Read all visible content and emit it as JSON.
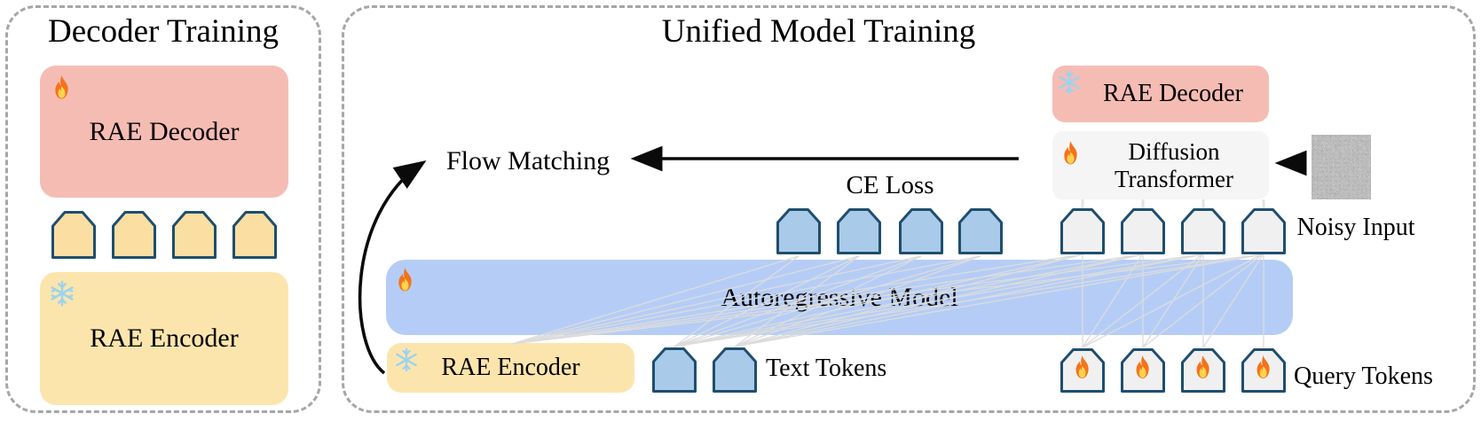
{
  "figure": {
    "left_panel": {
      "title": "Decoder Training",
      "rae_decoder_label": "RAE Decoder",
      "rae_encoder_label": "RAE Encoder",
      "latent_token_count": 4
    },
    "right_panel": {
      "title": "Unified Model Training",
      "flow_matching_label": "Flow Matching",
      "ce_loss_label": "CE Loss",
      "rae_decoder_label": "RAE Decoder",
      "diffusion_transformer_label": "Diffusion Transformer",
      "noisy_input_label": "Noisy Input",
      "autoregressive_model_label": "Autoregressive Model",
      "rae_encoder_label": "RAE Encoder",
      "text_tokens_label": "Text Tokens",
      "query_tokens_label": "Query Tokens",
      "ce_token_count": 4,
      "output_token_count": 4,
      "text_token_count": 2,
      "query_token_count": 4
    },
    "icons": {
      "trainable": "fire-icon",
      "frozen": "snowflake-icon"
    },
    "colors": {
      "decoder_box": "#F5BCB4",
      "encoder_box": "#FCE5AD",
      "latent_token": "#FBDFA2",
      "blue_token": "#A9CAE9",
      "gray_token": "#F0F0F0",
      "token_stroke": "#1F4E6E",
      "ar_bar": "#B5CDF6",
      "dit_box": "#F5F5F5",
      "arrow": "#000000",
      "attention_line": "#DCDCDC"
    }
  }
}
